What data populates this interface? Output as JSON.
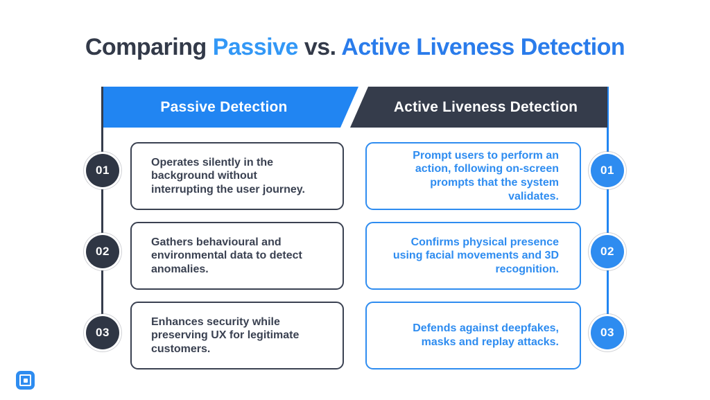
{
  "title": {
    "part_comparing": "Comparing",
    "part_passive": "Passive",
    "part_vs": "vs.",
    "part_active": "Active Liveness Detection"
  },
  "headers": {
    "passive": "Passive Detection",
    "active": "Active Liveness Detection"
  },
  "rows": [
    {
      "number": "01",
      "passive": "Operates silently in the background without interrupting the user journey.",
      "active": "Prompt users to perform an action, following on-screen prompts that the system validates."
    },
    {
      "number": "02",
      "passive": "Gathers behavioural and environmental data to detect anomalies.",
      "active": "Confirms physical presence using facial movements and 3D recognition."
    },
    {
      "number": "03",
      "passive": "Enhances security while preserving UX for legitimate customers.",
      "active": "Defends against deepfakes, masks and replay attacks."
    }
  ],
  "colors": {
    "navy": "#353c4b",
    "blue": "#2185f2",
    "card_blue": "#2e8cf0",
    "title_passive_blue": "#3398f6",
    "title_active_blue": "#2a7ceb",
    "background": "#ffffff"
  },
  "logo": {
    "name": "nested-square brand mark"
  }
}
